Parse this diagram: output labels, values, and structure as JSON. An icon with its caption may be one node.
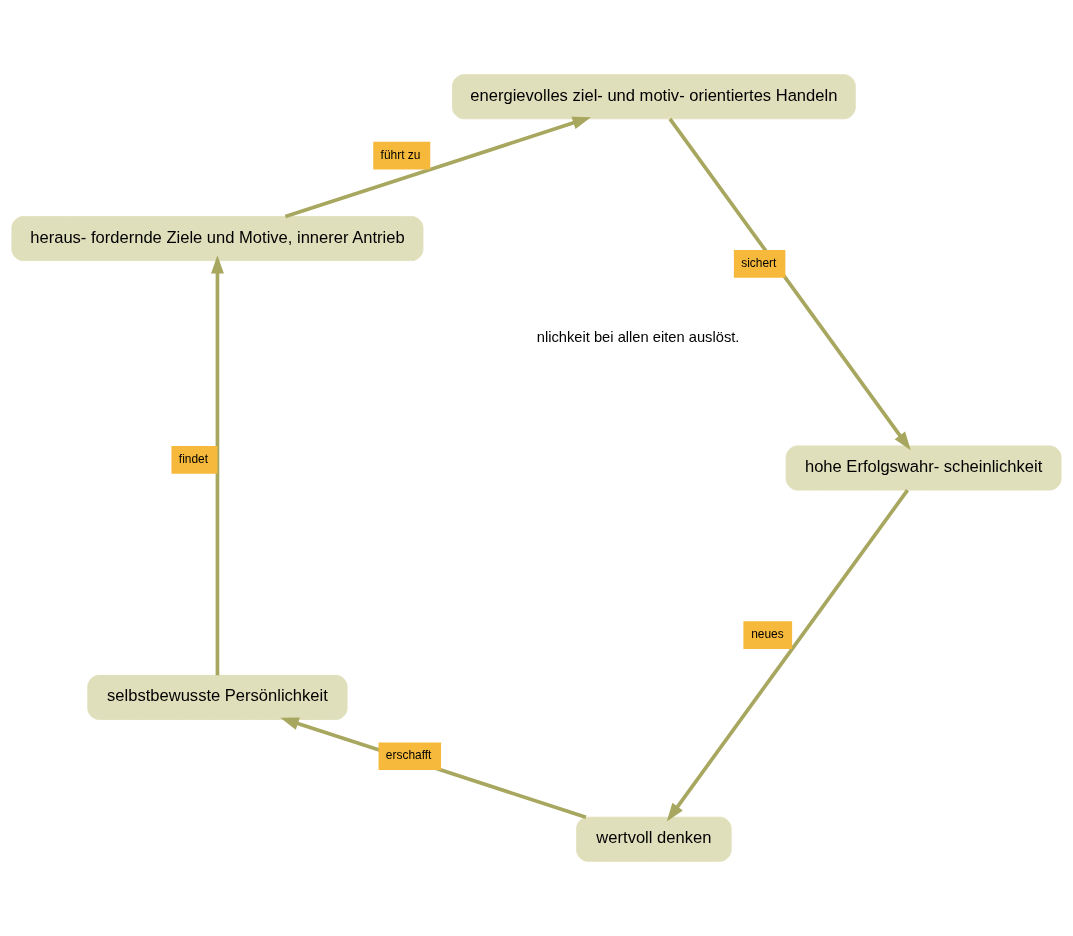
{
  "diagram": {
    "nodes": [
      {
        "text": [
          "wertvoll denken"
        ]
      },
      {
        "text": [
          "selbstbewusste Persönlichkeit"
        ]
      },
      {
        "text": [
          "heraus- fordernde Ziele und Motive, innerer Antrieb"
        ]
      },
      {
        "text": [
          "energievolles ziel- und motiv- orientiertes Handeln"
        ]
      },
      {
        "text": [
          "hohe Erfolgswahr- scheinlichkeit"
        ]
      }
    ],
    "edges": [
      {
        "from": 0,
        "to": 1,
        "arrow": "to",
        "label": "erschafft"
      },
      {
        "from": 1,
        "to": 2,
        "arrow": "to",
        "label": "findet"
      },
      {
        "from": 2,
        "to": 3,
        "arrow": "to",
        "label": "führt zu"
      },
      {
        "from": 3,
        "to": 4,
        "arrow": "to",
        "label": "sichert"
      },
      {
        "from": 4,
        "to": 0,
        "arrow": "to",
        "label": "neues"
      }
    ],
    "labels": [
      "nlichkeit bei allen eiten auslöst."
    ]
  }
}
